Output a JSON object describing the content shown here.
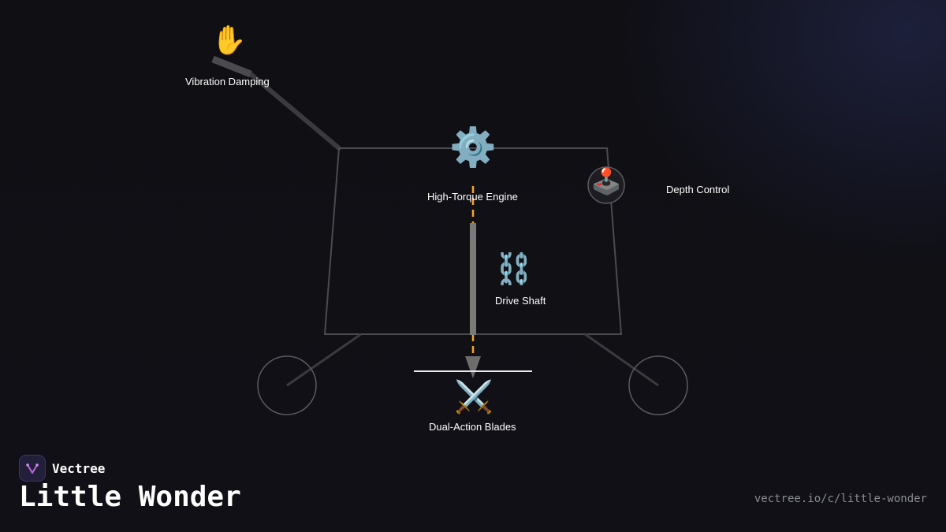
{
  "diagram": {
    "components": {
      "vibration_damping": {
        "label": "Vibration Damping",
        "icon": "raised-hand-icon",
        "glyph": "✋"
      },
      "engine": {
        "label": "High-Torque Engine",
        "icon": "gear-icon",
        "glyph": "⚙️"
      },
      "depth_control": {
        "label": "Depth Control",
        "icon": "joystick-icon",
        "glyph": "🕹️"
      },
      "drive_shaft": {
        "label": "Drive Shaft",
        "icon": "chain-icon",
        "glyph": "⛓️"
      },
      "blades": {
        "label": "Dual-Action Blades",
        "icon": "crossed-swords-icon",
        "glyph": "⚔️"
      }
    },
    "colors": {
      "frame": "#4a4a4f",
      "shaft": "#7a7a7a",
      "flow": "#f5a623",
      "arrow": "#6d6d6d"
    }
  },
  "footer": {
    "brand": "Vectree",
    "title": "Little Wonder",
    "url": "vectree.io/c/little-wonder"
  }
}
